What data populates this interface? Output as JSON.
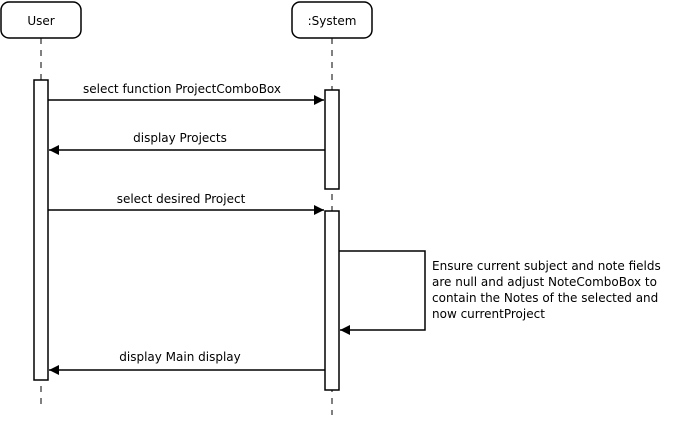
{
  "participants": {
    "user": "User",
    "system": ":System"
  },
  "messages": {
    "select_function": "select function ProjectComboBox",
    "display_projects": "display Projects",
    "select_project": "select desired Project",
    "display_main": "display Main display"
  },
  "self_note": {
    "lines": [
      "Ensure current subject and note fields",
      "are null and adjust NoteComboBox to",
      "contain the Notes of the selected and",
      "now currentProject"
    ]
  },
  "colors": {
    "stroke": "#000000",
    "background": "#ffffff"
  }
}
